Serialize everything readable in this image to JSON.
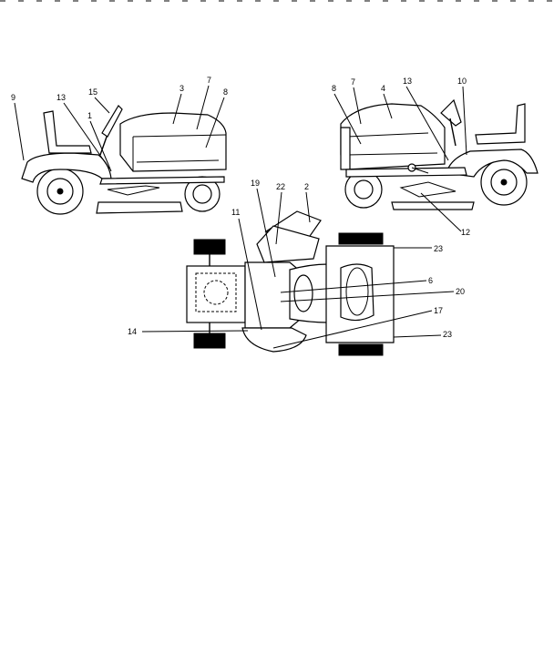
{
  "callouts": {
    "left_tractor": [
      "9",
      "13",
      "15",
      "1",
      "3",
      "7",
      "8"
    ],
    "right_tractor": [
      "8",
      "7",
      "4",
      "13",
      "10",
      "12"
    ],
    "top_view": [
      "19",
      "22",
      "2",
      "11",
      "23",
      "6",
      "20",
      "17",
      "14",
      "23"
    ]
  }
}
